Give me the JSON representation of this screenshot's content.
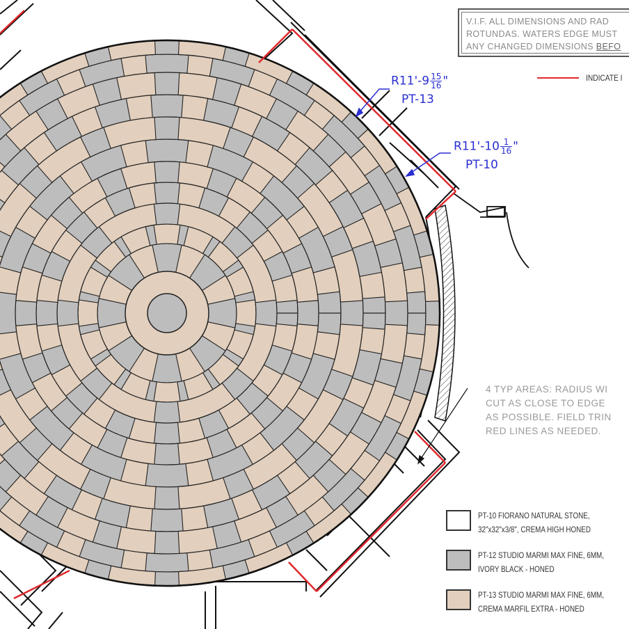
{
  "note_box": {
    "line1": "V.I.F. ALL DIMENSIONS AND RAD",
    "line2": "ROTUNDAS. WATERS EDGE MUST",
    "line3_prefix": "ANY CHANGED DIMENSIONS ",
    "line3_underlined": "BEFO"
  },
  "redline_legend": {
    "text": "INDICATE I",
    "color": "#e0282c"
  },
  "dimensions": [
    {
      "prefix": "R11'-9",
      "num": "15",
      "den": "16",
      "suffix": "\"",
      "tag": "PT-13"
    },
    {
      "prefix": "R11'-10",
      "num": "1",
      "den": "16",
      "suffix": "\"",
      "tag": "PT-10"
    }
  ],
  "area_note": {
    "line1": "4 TYP AREAS: RADIUS WI",
    "line2": "CUT AS CLOSE TO EDGE",
    "line3": "AS POSSIBLE. FIELD TRIN",
    "line4": "RED LINES AS NEEDED."
  },
  "legend": [
    {
      "code": "PT-10",
      "line1": "PT-10 FIORANO NATURAL STONE,",
      "line2": "32\"x32\"x3/8\", CREMA HIGH HONED",
      "color": "#ffffff"
    },
    {
      "code": "PT-12",
      "line1": "PT-12 STUDIO MARMI MAX FINE, 6MM,",
      "line2": "IVORY BLACK - HONED",
      "color": "#bdbdbd"
    },
    {
      "code": "PT-13",
      "line1": "PT-13 STUDIO MARMI MAX FINE, 6MM,",
      "line2": "CREMA MARFIL EXTRA - HONED",
      "color": "#e2cfbd"
    }
  ],
  "colors": {
    "gray_tile": "#bdbdbd",
    "beige_tile": "#e2cfbd",
    "dimension_blue": "#2a2fd0",
    "red_line": "#e0282c"
  }
}
